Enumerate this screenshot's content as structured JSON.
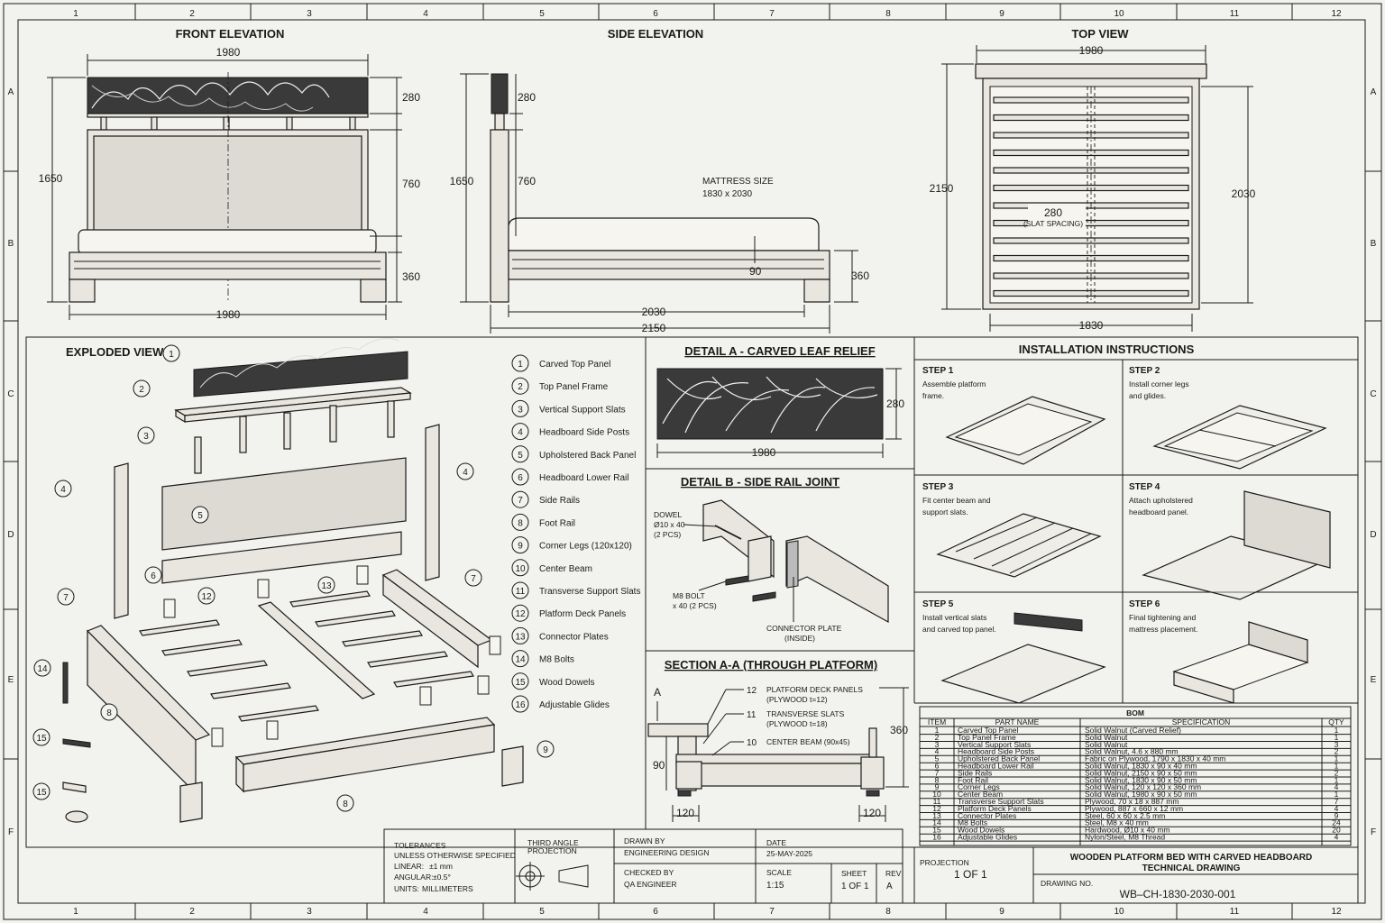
{
  "grid": {
    "columns": [
      "1",
      "2",
      "3",
      "4",
      "5",
      "6",
      "7",
      "8",
      "9",
      "10",
      "11",
      "12"
    ],
    "rows": [
      "A",
      "B",
      "C",
      "D",
      "E",
      "F"
    ]
  },
  "views": {
    "front": {
      "title": "FRONT ELEVATION",
      "width_top": "1980",
      "width_bottom": "1980",
      "height": "1650",
      "panel_h": "280",
      "back_h": "760",
      "base_h": "360"
    },
    "side": {
      "title": "SIDE ELEVATION",
      "height": "1650",
      "panel_h": "280",
      "back_h": "760",
      "mattress_label": "MATTRESS SIZE",
      "mattress_size": "1830 x 2030",
      "mattress_h": "90",
      "base_h": "360",
      "inner_len": "2030",
      "total_len": "2150"
    },
    "top": {
      "title": "TOP VIEW",
      "width": "1980",
      "inner_width": "1830",
      "length": "2150",
      "inner_len": "2030",
      "spacing": "280",
      "spacing_note": "(SLAT SPACING)"
    }
  },
  "exploded": {
    "title": "EXPLODED VIEW",
    "parts": [
      {
        "n": "1",
        "name": "Carved Top Panel"
      },
      {
        "n": "2",
        "name": "Top Panel Frame"
      },
      {
        "n": "3",
        "name": "Vertical Support Slats"
      },
      {
        "n": "4",
        "name": "Headboard Side Posts"
      },
      {
        "n": "5",
        "name": "Upholstered Back Panel"
      },
      {
        "n": "6",
        "name": "Headboard Lower Rail"
      },
      {
        "n": "7",
        "name": "Side Rails"
      },
      {
        "n": "8",
        "name": "Foot Rail"
      },
      {
        "n": "9",
        "name": "Corner Legs (120x120)"
      },
      {
        "n": "10",
        "name": "Center Beam"
      },
      {
        "n": "11",
        "name": "Transverse Support Slats"
      },
      {
        "n": "12",
        "name": "Platform Deck Panels"
      },
      {
        "n": "13",
        "name": "Connector Plates"
      },
      {
        "n": "14",
        "name": "M8 Bolts"
      },
      {
        "n": "15",
        "name": "Wood Dowels"
      },
      {
        "n": "16",
        "name": "Adjustable Glides"
      }
    ]
  },
  "details": {
    "a": {
      "title": "DETAIL A - CARVED LEAF RELIEF",
      "width": "1980",
      "height": "280"
    },
    "b": {
      "title": "DETAIL B - SIDE RAIL JOINT",
      "dowel": "DOWEL",
      "dowel_size": "Ø10 x 40",
      "dowel_qty": "(2 PCS)",
      "bolt": "M8 BOLT",
      "bolt_qty": "x 40 (2 PCS)",
      "plate": "CONNECTOR PLATE",
      "plate_note": "(INSIDE)"
    },
    "section": {
      "title": "SECTION A-A  (THROUGH PLATFORM)",
      "marker": "A",
      "c12": "12",
      "t12": "PLATFORM DECK PANELS",
      "t12b": "(PLYWOOD t=12)",
      "c11": "11",
      "t11": "TRANSVERSE SLATS",
      "t11b": "(PLYWOOD t=18)",
      "c10": "10",
      "t10": "CENTER BEAM (90x45)",
      "h": "360",
      "d": "90",
      "w1": "120",
      "w2": "120"
    }
  },
  "install": {
    "title": "INSTALLATION INSTRUCTIONS",
    "steps": [
      {
        "t": "STEP 1",
        "l1": "Assemble platform",
        "l2": "frame."
      },
      {
        "t": "STEP 2",
        "l1": "Install corner legs",
        "l2": "and glides."
      },
      {
        "t": "STEP 3",
        "l1": "Fit center beam and",
        "l2": "support slats."
      },
      {
        "t": "STEP 4",
        "l1": "Attach upholstered",
        "l2": "headboard panel."
      },
      {
        "t": "STEP 5",
        "l1": "Install vertical slats",
        "l2": "and carved top panel."
      },
      {
        "t": "STEP 6",
        "l1": "Final tightening and",
        "l2": "mattress placement."
      }
    ]
  },
  "bom": {
    "title": "BOM",
    "headers": [
      "ITEM",
      "PART NAME",
      "SPECIFICATION",
      "QTY"
    ],
    "rows": [
      [
        "1",
        "Carved Top Panel",
        "Solid Walnut (Carved Relief)",
        "1"
      ],
      [
        "2",
        "Top Panel Frame",
        "Solid Walnut",
        "1"
      ],
      [
        "3",
        "Vertical Support Slats",
        "Solid Walnut",
        "3"
      ],
      [
        "4",
        "Headboard Side Posts",
        "Solid Walnut, 4.6 x 880 mm",
        "2"
      ],
      [
        "5",
        "Upholstered Back Panel",
        "Fabric on Plywood, 1790 x 1830 x 40 mm",
        "1"
      ],
      [
        "6",
        "Headboard Lower Rail",
        "Solid Walnut, 1830 x 90 x 40 mm",
        "1"
      ],
      [
        "7",
        "Side Rails",
        "Solid Walnut, 2150 x 90 x 50 mm",
        "2"
      ],
      [
        "8",
        "Foot Rail",
        "Solid Walnut, 1830 x 90 x 50 mm",
        "1"
      ],
      [
        "9",
        "Corner Legs",
        "Solid Walnut, 120 x 120 x 360 mm",
        "4"
      ],
      [
        "10",
        "Center Beam",
        "Solid Walnut, 1980 x 90 x 50 mm",
        "1"
      ],
      [
        "11",
        "Transverse Support Slats",
        "Plywood, 70 x 18 x 887 mm",
        "7"
      ],
      [
        "12",
        "Platform Deck Panels",
        "Plywood, 887 x 660 x 12 mm",
        "4"
      ],
      [
        "13",
        "Connector Plates",
        "Steel, 60 x 60 x 2.5 mm",
        "9"
      ],
      [
        "14",
        "M8 Bolts",
        "Steel, M8 x 40 mm",
        "24"
      ],
      [
        "15",
        "Wood Dowels",
        "Hardwood, Ø10 x 40 mm",
        "20"
      ],
      [
        "16",
        "Adjustable Glides",
        "Nylon/Steel, M8 Thread",
        "4"
      ]
    ]
  },
  "title_block": {
    "tolerances": "TOLERANCES",
    "unless": "UNLESS OTHERWISE SPECIFIED",
    "linear_k": "LINEAR:",
    "linear_v": "±1 mm",
    "angular_k": "ANGULAR:",
    "angular_v": "±0.5°",
    "units_k": "UNITS:",
    "units_v": "MILLIMETERS",
    "projection_label": "THIRD ANGLE",
    "projection_label2": "PROJECTION",
    "drawn_k": "DRAWN BY",
    "drawn_v": "ENGINEERING DESIGN",
    "date_k": "DATE",
    "date_v": "25-MAY-2025",
    "checked_k": "CHECKED BY",
    "checked_v": "QA ENGINEER",
    "scale_k": "SCALE",
    "scale_v": "1:15",
    "sheet_k": "SHEET",
    "sheet_v": "1 OF 1",
    "rev_k": "REV",
    "rev_v": "A",
    "proj_k": "PROJECTION",
    "proj_v": "1   OF 1",
    "title1": "WOODEN PLATFORM BED WITH CARVED HEADBOARD",
    "title2": "TECHNICAL DRAWING",
    "dwg_k": "DRAWING NO.",
    "dwg_v": "WB–CH-1830-2030-001"
  }
}
